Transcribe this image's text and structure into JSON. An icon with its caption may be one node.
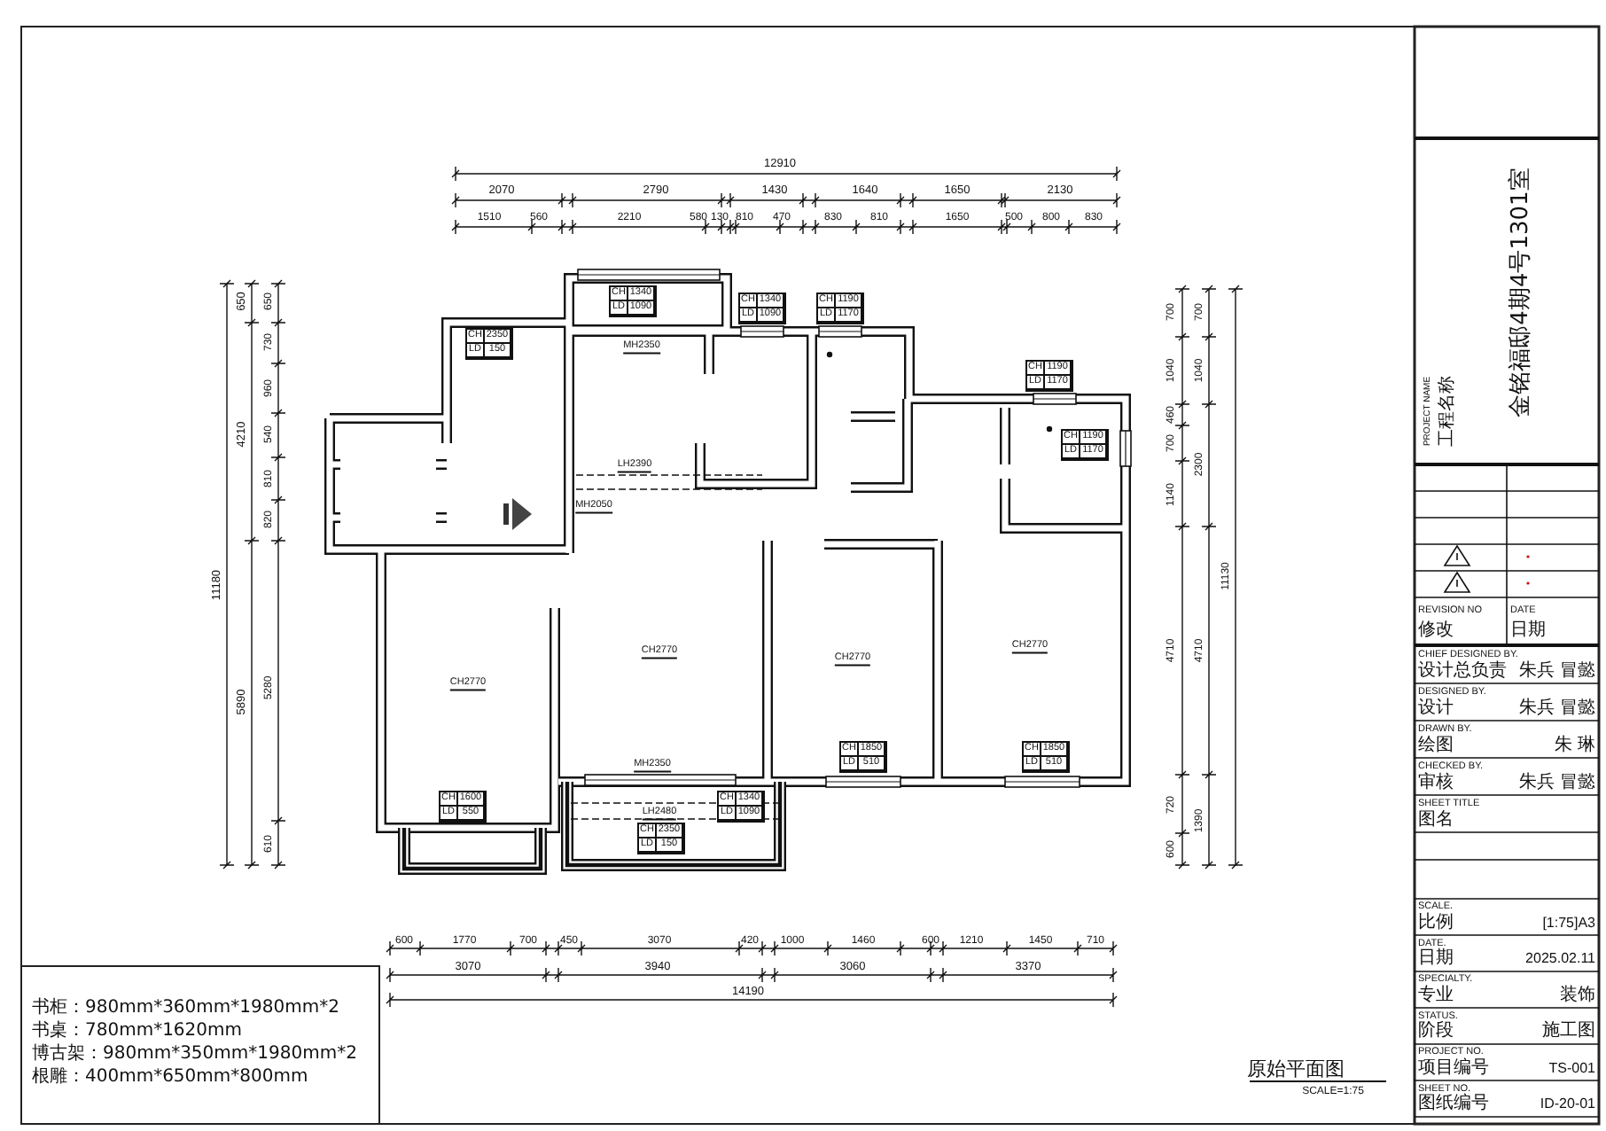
{
  "diagram": {
    "title": "原始平面图",
    "labels": [
      "12910",
      "2070",
      "2790",
      "1430",
      "1640",
      "1650",
      "2130",
      "1510",
      "560",
      "2210",
      "580",
      "130",
      "810",
      "470",
      "830",
      "810",
      "1650",
      "500",
      "800",
      "830",
      "11180",
      "650",
      "4210",
      "5890",
      "650",
      "730",
      "960",
      "540",
      "810",
      "820",
      "5280",
      "610",
      "CH",
      "1340",
      "LD",
      "1090",
      "CH",
      "1340",
      "LD",
      "1090",
      "CH",
      "1190",
      "LD",
      "1170",
      "CH",
      "2350",
      "LD",
      "150",
      "CH",
      "1190",
      "LD",
      "1170",
      "CH",
      "1190",
      "LD",
      "1170",
      "CH",
      "1600",
      "LD",
      "550",
      "CH",
      "1850",
      "LD",
      "510",
      "CH",
      "1850",
      "LD",
      "510",
      "CH",
      "1340",
      "LD",
      "1090",
      "CH",
      "2350",
      "LD",
      "150",
      "MH2350",
      "LH2390",
      "MH2050",
      "MH2350",
      "LH2480",
      "CH2770",
      "CH2770",
      "CH2770",
      "CH2770",
      "700",
      "700",
      "1040",
      "1040",
      "460",
      "700",
      "2300",
      "1140",
      "4710",
      "4710",
      "11130",
      "720",
      "1390",
      "600",
      "600",
      "1770",
      "700",
      "450",
      "3070",
      "420",
      "1000",
      "1460",
      "600",
      "1210",
      "1450",
      "710",
      "3070",
      "3940",
      "3060",
      "3370",
      "14190",
      "书柜：980mm*360mm*1980mm*2",
      "书桌：780mm*1620mm",
      "博古架：980mm*350mm*1980mm*2",
      "根雕：400mm*650mm*800mm",
      "SCALE=1:75",
      "金铭福邸4期4号1301室",
      "PROJECT NAME",
      "工程名称",
      "REVISION NO",
      "修改",
      "DATE",
      "日期",
      "CHIEF DESIGNED BY.",
      "设计总负责",
      "朱兵 冒懿",
      "DESIGNED BY.",
      "设计",
      "朱兵 冒懿",
      "DRAWN BY.",
      "绘图",
      "朱 琳",
      "CHECKED BY.",
      "审核",
      "朱兵 冒懿",
      "SHEET TITLE",
      "图名",
      "SCALE.",
      "比例",
      "[1:75]A3",
      "DATE.",
      "日期",
      "2025.02.11",
      "SPECIALTY.",
      "专业",
      "装饰",
      "STATUS.",
      "阶段",
      "施工图",
      "PROJECT NO.",
      "项目编号",
      "TS-001",
      "SHEET NO.",
      "图纸编号",
      "ID-20-01"
    ]
  }
}
